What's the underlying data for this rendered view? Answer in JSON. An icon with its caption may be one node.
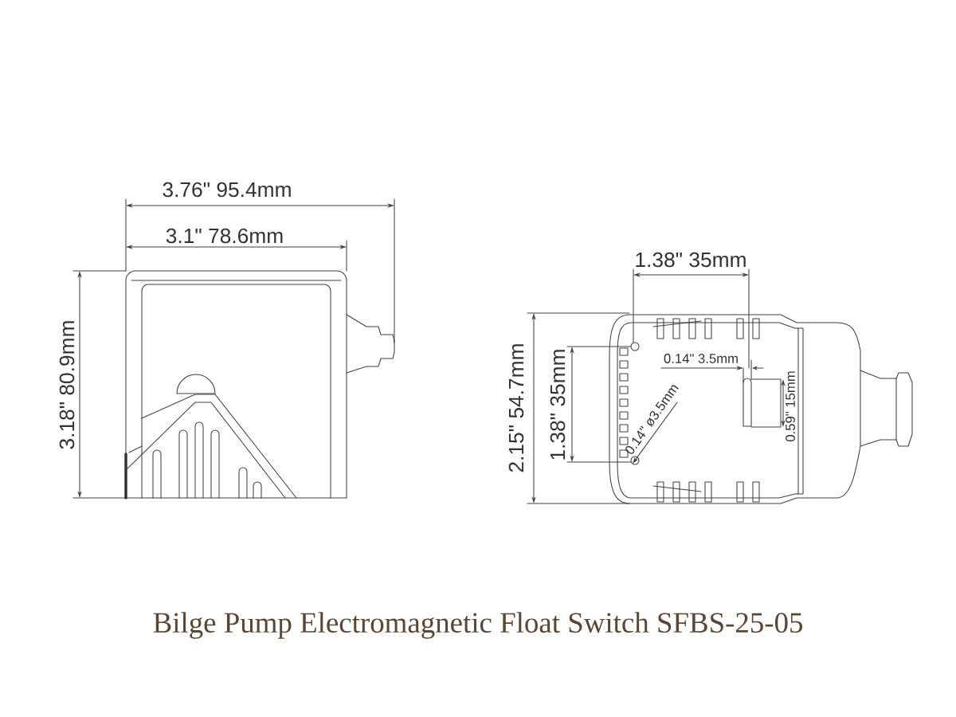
{
  "diagram": {
    "caption": "Bilge Pump Electromagnetic Float Switch SFBS-25-05",
    "labels": [
      "3.76\" 95.4mm",
      "3.1\" 78.6mm",
      "1.38\" 35mm",
      "3.18\" 80.9mm",
      "2.15\" 54.7mm",
      "1.38\" 35mm",
      "0.14\" 3.5mm",
      "0.14\" ø3.5mm",
      "0.59\" 15mm"
    ]
  }
}
